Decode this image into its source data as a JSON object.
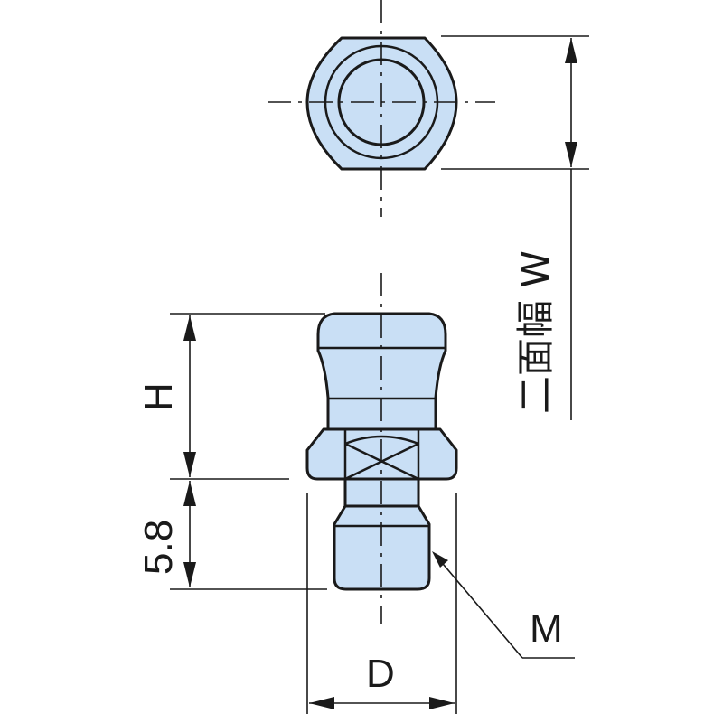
{
  "dimensions": {
    "width_across_flats": "二面幅 W",
    "height": "H",
    "thread_length": "5.8",
    "thread": "M",
    "diameter": "D"
  },
  "colors": {
    "part_fill": "#c9dff5",
    "line": "#1a1a1a"
  }
}
